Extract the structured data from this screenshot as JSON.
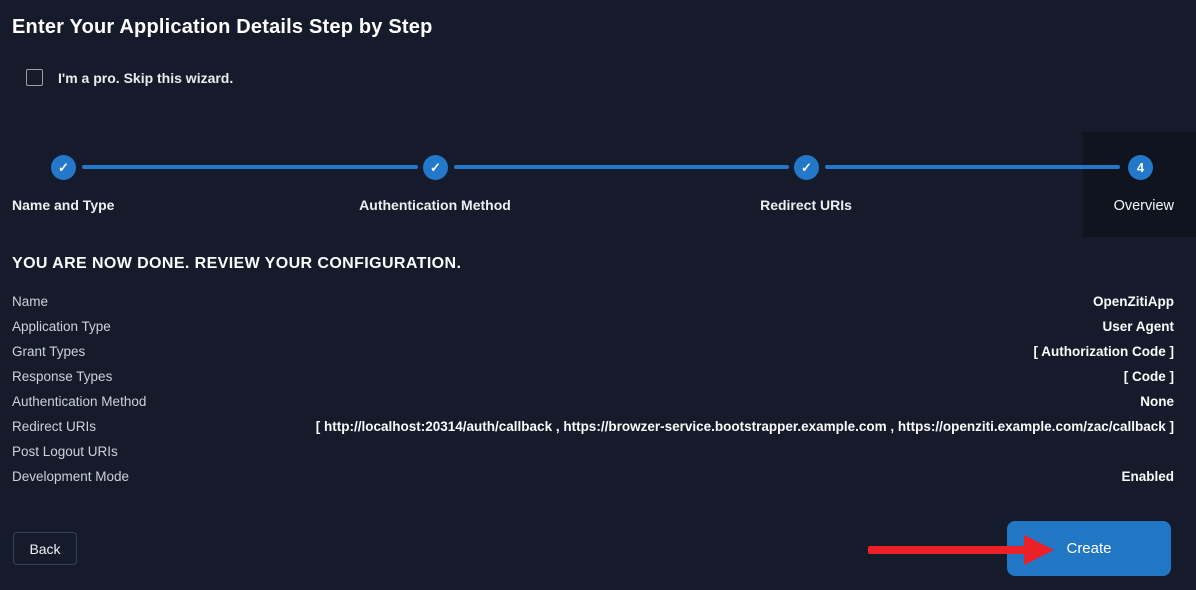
{
  "page": {
    "title": "Enter Your Application Details Step by Step",
    "skip_checkbox_label": "I'm a pro. Skip this wizard.",
    "checkbox_checked": false
  },
  "stepper": {
    "check_glyph": "✓",
    "steps": [
      {
        "label": "Name and Type",
        "state": "done"
      },
      {
        "label": "Authentication Method",
        "state": "done"
      },
      {
        "label": "Redirect URIs",
        "state": "done"
      },
      {
        "label": "Overview",
        "state": "current",
        "number": "4"
      }
    ]
  },
  "review": {
    "heading": "YOU ARE NOW DONE. REVIEW YOUR CONFIGURATION.",
    "rows": [
      {
        "label": "Name",
        "value": "OpenZitiApp"
      },
      {
        "label": "Application Type",
        "value": "User Agent"
      },
      {
        "label": "Grant Types",
        "value": "[ Authorization Code ]"
      },
      {
        "label": "Response Types",
        "value": "[ Code ]"
      },
      {
        "label": "Authentication Method",
        "value": "None"
      },
      {
        "label": "Redirect URIs",
        "value": "[ http://localhost:20314/auth/callback , https://browzer-service.bootstrapper.example.com , https://openziti.example.com/zac/callback ]"
      },
      {
        "label": "Post Logout URIs",
        "value": ""
      },
      {
        "label": "Development Mode",
        "value": "Enabled"
      }
    ]
  },
  "actions": {
    "back_label": "Back",
    "create_label": "Create"
  },
  "colors": {
    "background": "#151b2b",
    "step_highlight_panel": "#0f141e",
    "accent_blue": "#2478c9",
    "create_button_blue": "#2277c5",
    "annotation_arrow_red": "#ec2127",
    "label_gray": "#ccd2da",
    "value_white": "#fafbfc"
  }
}
